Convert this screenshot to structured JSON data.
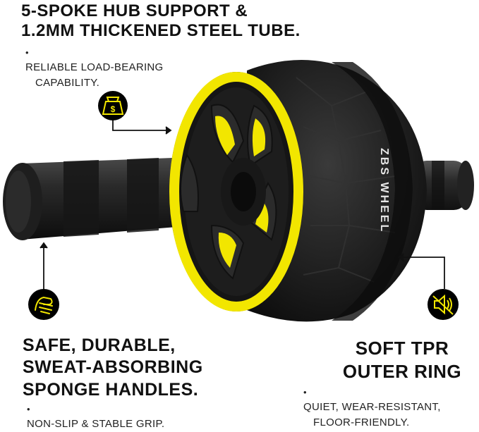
{
  "top_feature": {
    "headline_line1": "5-SPOKE HUB SUPPORT &",
    "headline_line2": "1.2MM THICKENED STEEL TUBE.",
    "bullet_line1": "RELIABLE LOAD-BEARING",
    "bullet_line2": "CAPABILITY.",
    "icon": "money-bag-icon"
  },
  "left_feature": {
    "headline_line1": "SAFE, DURABLE,",
    "headline_line2": "SWEAT-ABSORBING",
    "headline_line3": "SPONGE HANDLES.",
    "bullet_line1": "NON-SLIP & STABLE GRIP.",
    "icon": "hand-grip-icon"
  },
  "right_feature": {
    "headline_line1": "SOFT TPR",
    "headline_line2": "OUTER RING",
    "bullet_line1": "QUIET, WEAR-RESISTANT,",
    "bullet_line2": "FLOOR-FRIENDLY.",
    "icon": "mute-speaker-icon"
  },
  "product": {
    "wheel_brand": "ZBS WHEEL"
  },
  "colors": {
    "accent": "#f2e600",
    "wheel_body": "#1c1c1c",
    "text": "#111111",
    "icon_bg": "#000000"
  }
}
